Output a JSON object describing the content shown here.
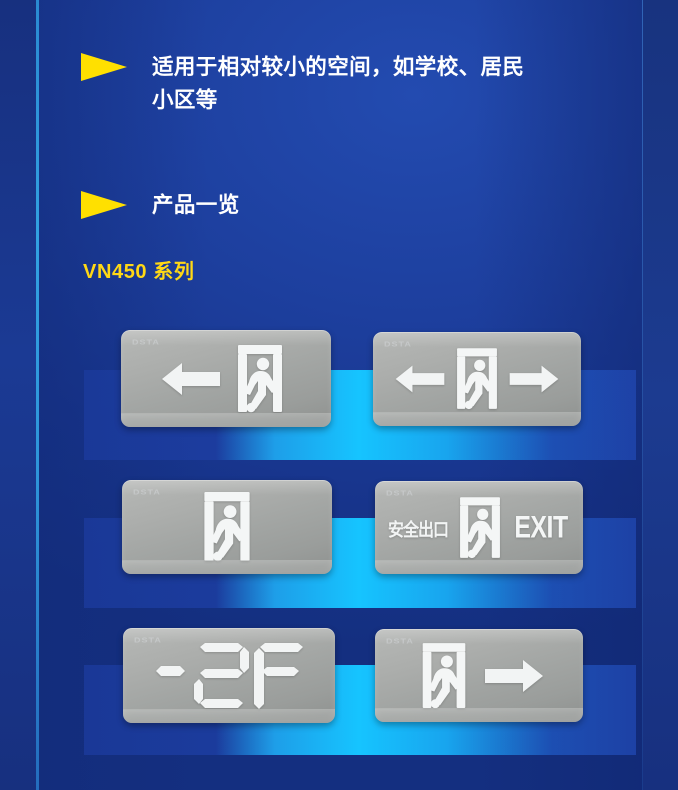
{
  "theme": {
    "bg_blue": "#1d3fa4",
    "accent_cyan": "#16c4ff",
    "bullet_yellow": "#ffe000",
    "series_yellow": "#ffd815",
    "text_white": "#ffffff",
    "sign_gray": "#a6a9a7"
  },
  "content": {
    "bullets": [
      {
        "icon": "triangle-right-icon",
        "text": "适用于相对较小的空间，如学校、居民\n小区等"
      },
      {
        "icon": "triangle-right-icon",
        "text": "产品一览"
      }
    ],
    "series_label": "VN450 系列"
  },
  "products": [
    {
      "row": 1,
      "items": [
        {
          "name": "sign-left-arrow-exit",
          "glyphs": [
            "arrow-left-icon",
            "running-man-exit-icon"
          ],
          "watermark": "DSTA"
        },
        {
          "name": "sign-bidirectional-exit",
          "glyphs": [
            "arrow-left-icon",
            "running-man-exit-icon",
            "arrow-right-icon"
          ],
          "watermark": "DSTA"
        }
      ]
    },
    {
      "row": 2,
      "items": [
        {
          "name": "sign-exit-only",
          "glyphs": [
            "running-man-exit-icon"
          ],
          "watermark": "DSTA"
        },
        {
          "name": "sign-safety-exit-text",
          "cn_text": "安全出口",
          "en_text": "EXIT",
          "glyphs": [
            "running-man-exit-icon"
          ],
          "watermark": "DSTA"
        }
      ]
    },
    {
      "row": 3,
      "items": [
        {
          "name": "sign-floor-indicator",
          "floor_text": "-2F",
          "watermark": "DSTA"
        },
        {
          "name": "sign-right-arrow-exit",
          "glyphs": [
            "running-man-exit-icon",
            "arrow-right-icon"
          ],
          "watermark": "DSTA"
        }
      ]
    }
  ]
}
